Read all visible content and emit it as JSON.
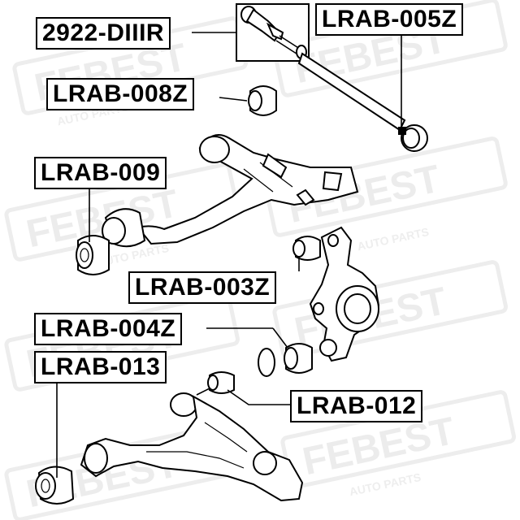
{
  "watermark": {
    "brand": "FEBEST",
    "sub": "AUTO PARTS",
    "color": "#ececec"
  },
  "labels": {
    "p2922": "2922-DIIIR",
    "lrab005z": "LRAB-005Z",
    "lrab008z": "LRAB-008Z",
    "lrab009": "LRAB-009",
    "lrab003z": "LRAB-003Z",
    "lrab004z": "LRAB-004Z",
    "lrab013": "LRAB-013",
    "lrab012": "LRAB-012"
  }
}
